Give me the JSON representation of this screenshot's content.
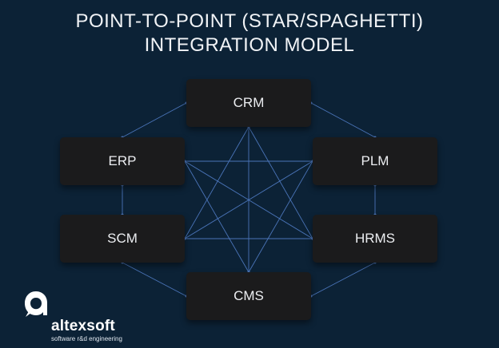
{
  "title": {
    "line1": "POINT-TO-POINT (STAR/SPAGHETTI)",
    "line2": "INTEGRATION MODEL"
  },
  "nodes": {
    "crm": "CRM",
    "erp": "ERP",
    "plm": "PLM",
    "scm": "SCM",
    "hrms": "HRMS",
    "cms": "CMS"
  },
  "colors": {
    "background": "#0c2236",
    "node": "#1b1b1c",
    "connector": "#4a74b8"
  },
  "brand": {
    "name": "altexsoft",
    "tagline": "software r&d engineering",
    "icon": "altexsoft-logo-icon"
  }
}
